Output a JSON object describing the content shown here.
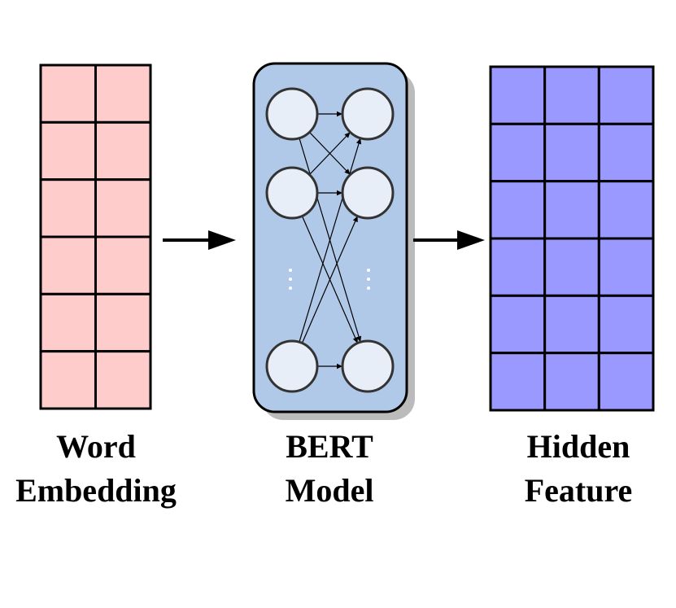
{
  "colors": {
    "word_embedding_fill": "#FFCCCC",
    "bert_box_fill": "#B1C9E8",
    "bert_shadow": "#BBBBBB",
    "neuron_fill": "#E8EEF7",
    "hidden_feature_fill": "#9999FF",
    "stroke": "#000000"
  },
  "word_embedding": {
    "label_line1": "Word",
    "label_line2": "Embedding",
    "rows": 6,
    "cols": 2
  },
  "bert_model": {
    "label_line1": "BERT",
    "label_line2": "Model",
    "neurons_per_column": 3,
    "ellipsis_symbol": "⋮"
  },
  "hidden_feature": {
    "label_line1": "Hidden",
    "label_line2": "Feature",
    "rows": 6,
    "cols": 3
  }
}
